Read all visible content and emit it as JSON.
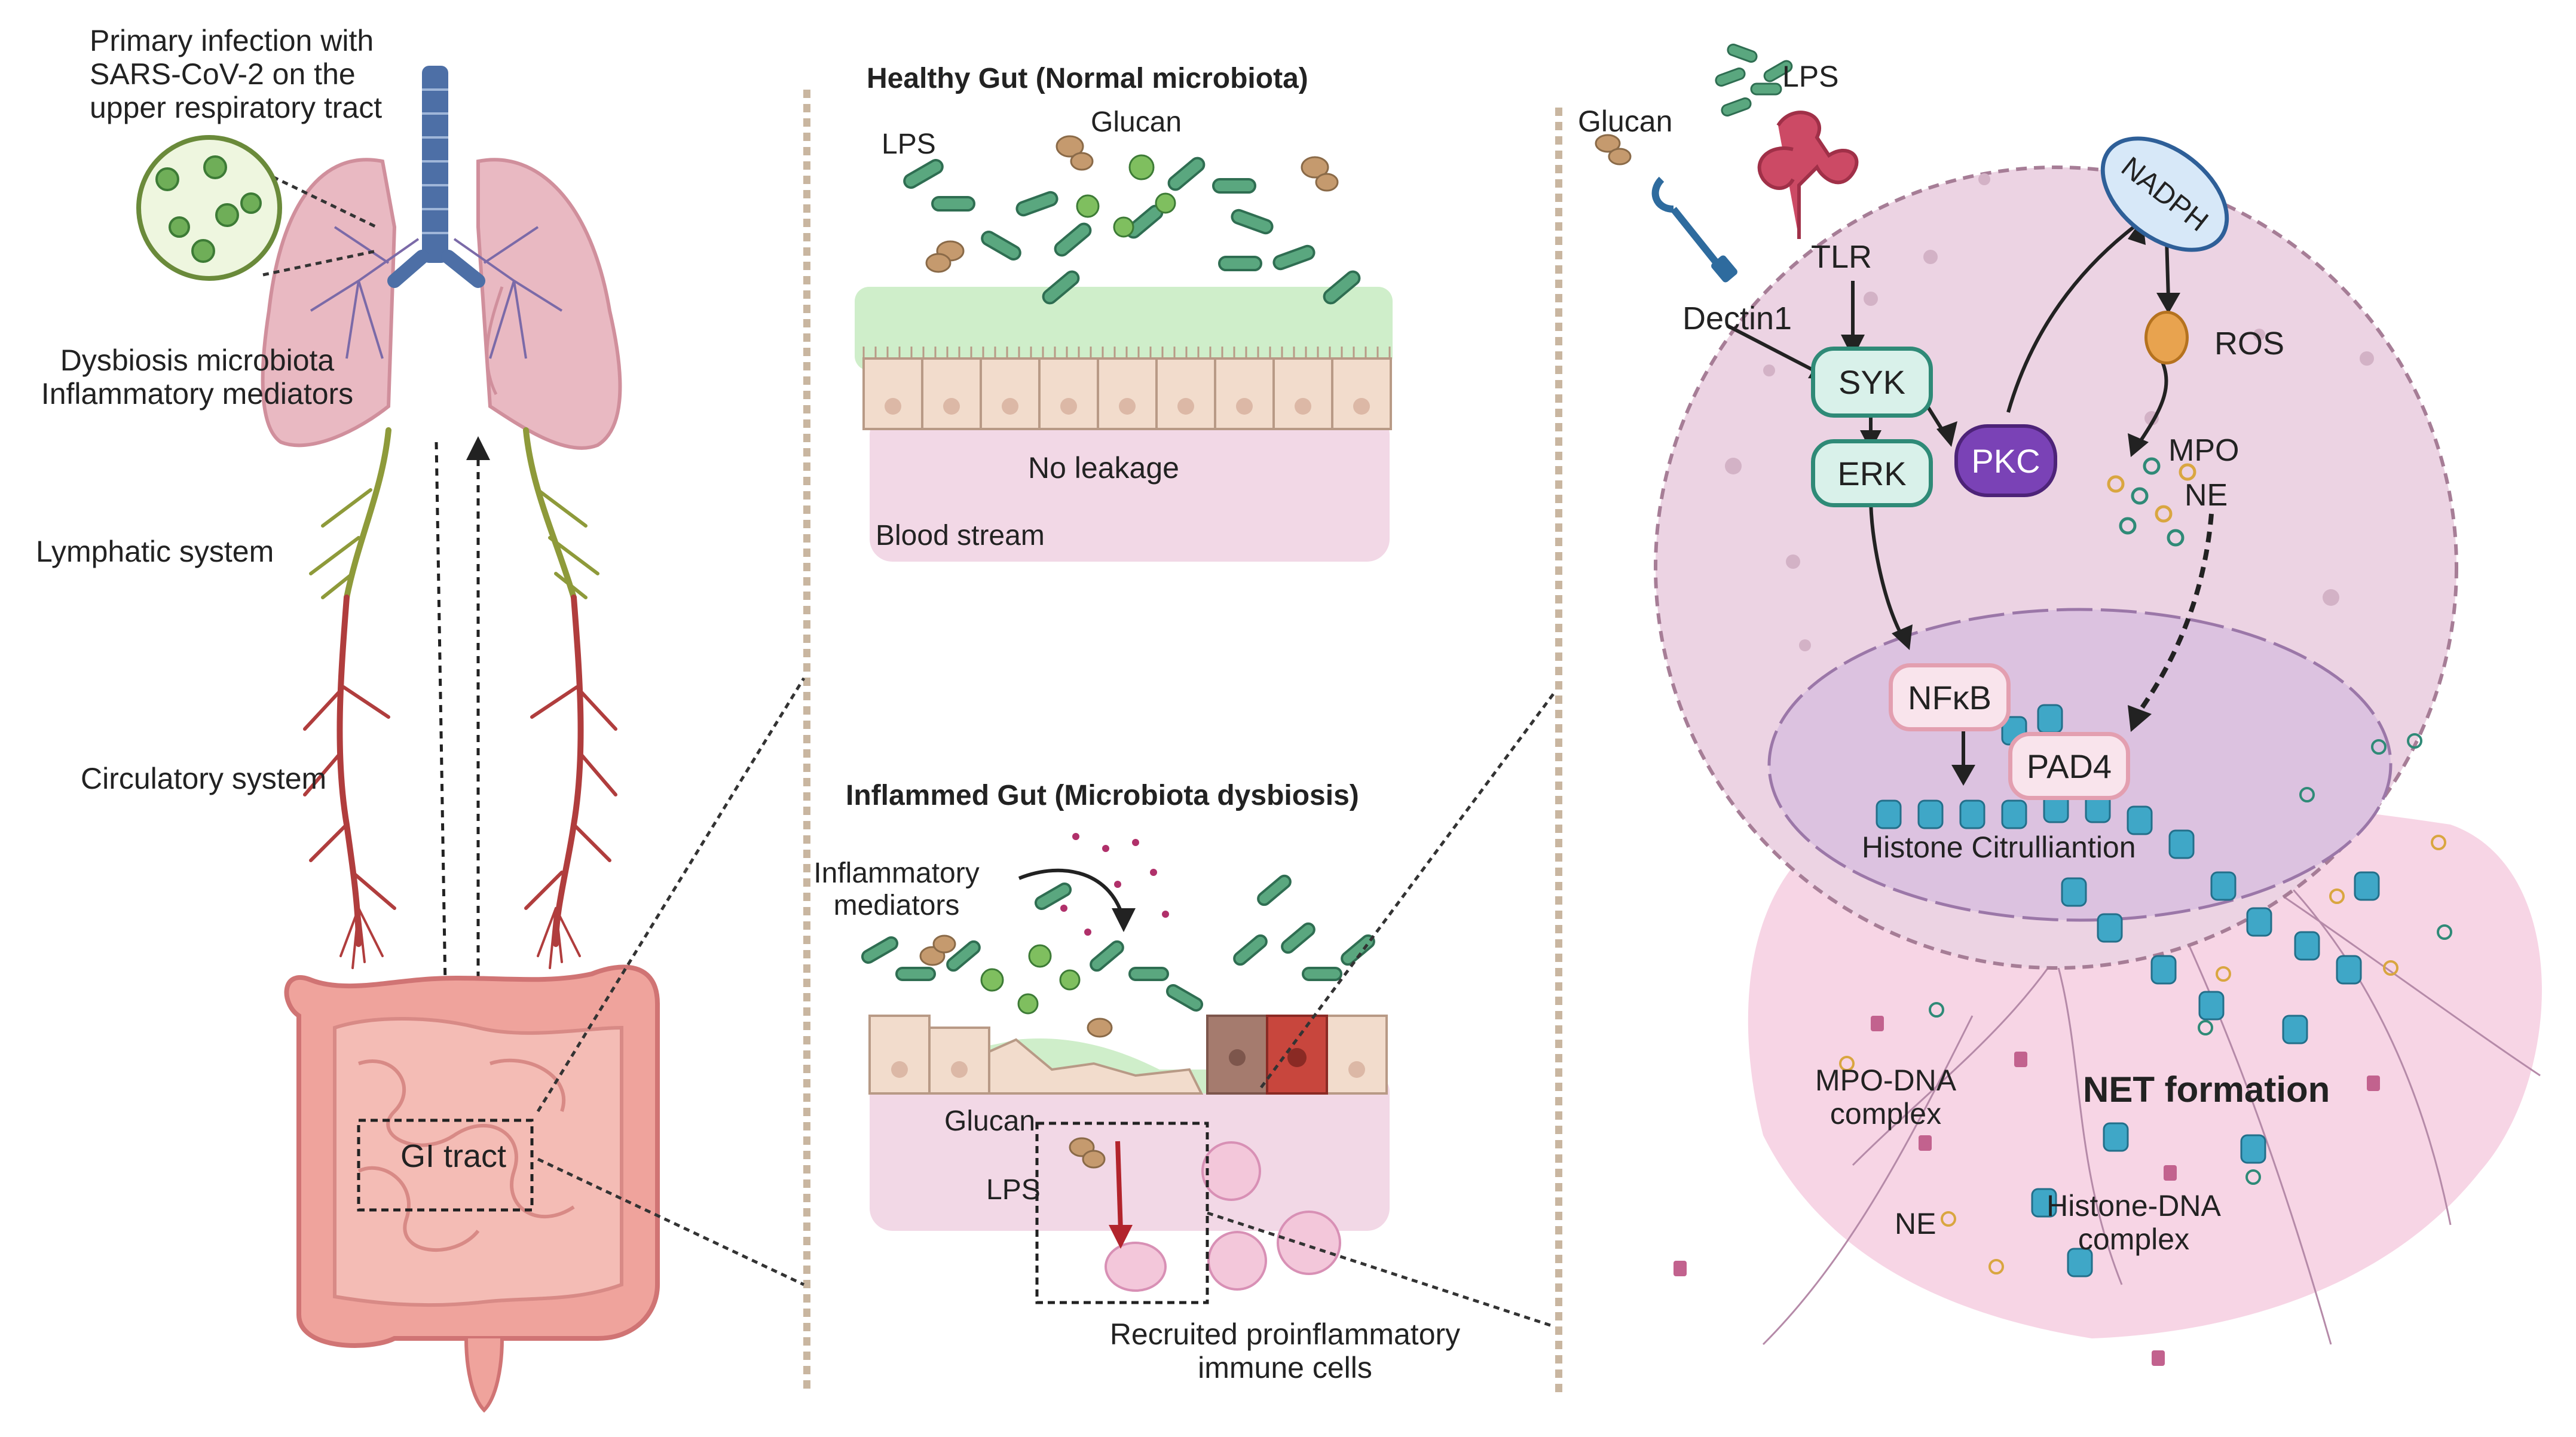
{
  "left": {
    "infection": [
      "Primary infection with",
      "SARS-CoV-2 on the",
      "upper respiratory tract"
    ],
    "dysbiosis": [
      "Dysbiosis microbiota",
      "Inflammatory mediators"
    ],
    "lymphatic": "Lymphatic system",
    "circulatory": "Circulatory system",
    "gi": "GI tract"
  },
  "middle": {
    "healthy_title": "Healthy Gut (Normal microbiota)",
    "healthy_lps": "LPS",
    "healthy_glucan": "Glucan",
    "no_leakage": "No leakage",
    "blood_stream": "Blood stream",
    "inflamed_title": "Inflammed Gut (Microbiota dysbiosis)",
    "inflam_mediators": [
      "Inflammatory",
      "mediators"
    ],
    "inflamed_glucan": "Glucan",
    "inflamed_lps": "LPS",
    "recruited": [
      "Recruited proinflammatory",
      "immune cells"
    ]
  },
  "right": {
    "lps": "LPS",
    "glucan": "Glucan",
    "tlr": "TLR",
    "dectin": "Dectin1",
    "syk": "SYK",
    "erk": "ERK",
    "pkc": "PKC",
    "nadph": "NADPH",
    "ros": "ROS",
    "mpo": "MPO",
    "ne": "NE",
    "nfkb": "NFκB",
    "pad4": "PAD4",
    "histone_cit": "Histone Citrulliantion",
    "net_formation": "NET formation",
    "mpo_dna": [
      "MPO-DNA",
      "complex"
    ],
    "ne2": "NE",
    "histone_dna": [
      "Histone-DNA",
      "complex"
    ]
  },
  "colors": {
    "lung": "#e9b9c2",
    "trachea": "#4d6fa6",
    "intestine": "#efa39c",
    "cell": "#ecd3e3",
    "nucleus": "#dcc2e0",
    "node_fill": "#d9f1ea",
    "node_stroke": "#2f8a77",
    "pkc": "#7a42b6",
    "nadph_fill": "#d7e8f8",
    "nadph_stroke": "#2e5f98",
    "ros": "#e8a34f",
    "bacteria": "#5aa77f",
    "histone": "#3fa7c7",
    "net": "#f4c7dc"
  },
  "icons": [
    "virus-icon",
    "bacteria-icon",
    "glucan-particle-icon",
    "lps-receptor-icon",
    "dectin-receptor-icon",
    "histone-icon"
  ]
}
